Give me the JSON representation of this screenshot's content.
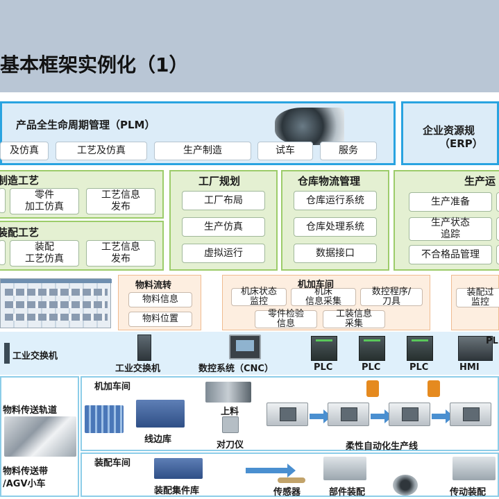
{
  "title": "基本框架实例化（1）",
  "plm": {
    "title": "产品全生命周期管理（PLM）",
    "buttons": [
      "及仿真",
      "工艺及仿真",
      "生产制造",
      "试车",
      "服务"
    ]
  },
  "erp": {
    "line1": "企业资源规",
    "line2": "（ERP）"
  },
  "manufacturing_process": {
    "title": "制造工艺",
    "buttons": [
      [
        "零件",
        "加工仿真"
      ],
      [
        "工艺信息",
        "发布"
      ]
    ]
  },
  "assembly_process": {
    "title": "装配工艺",
    "buttons": [
      [
        "装配",
        "工艺仿真"
      ],
      [
        "工艺信息",
        "发布"
      ]
    ]
  },
  "factory_planning": {
    "title": "工厂规划",
    "buttons": [
      "工厂布局",
      "生产仿真",
      "虚拟运行"
    ]
  },
  "warehouse": {
    "title": "仓库物流管理",
    "buttons": [
      "仓库运行系统",
      "仓库处理系统",
      "数据接口"
    ]
  },
  "production": {
    "title": "生产运",
    "buttons": [
      "生产准备",
      [
        "生产状态",
        "追踪"
      ],
      "不合格品管理"
    ]
  },
  "material_flow": {
    "title": "物料流转",
    "buttons": [
      "物料信息",
      "物料位置"
    ]
  },
  "machining_shop": {
    "title": "机加车间",
    "buttons": [
      [
        "机床状态",
        "监控"
      ],
      [
        "机床",
        "信息采集"
      ],
      [
        "数控程序/",
        "刀具"
      ],
      [
        "零件检验",
        "信息"
      ],
      [
        "工装信息",
        "采集"
      ]
    ]
  },
  "assembly_monitor": {
    "buttons": [
      [
        "装配过",
        "监控"
      ]
    ]
  },
  "network": {
    "devices": [
      "工业交换机",
      "工业交换机",
      "数控系统（CNC）",
      "PLC",
      "PLC",
      "PLC",
      "HMI",
      "PL"
    ]
  },
  "shop_floor": {
    "machining_title": "机加车间",
    "assembly_title": "装配车间",
    "captions": [
      "物料传送轨道",
      "上料",
      "线边库",
      "对刀仪",
      "柔性自动化生产线",
      "物料传送带",
      "/AGV小车",
      "装配集件库",
      "传感器",
      "部件装配",
      "传动装配"
    ]
  },
  "colors": {
    "title_band": "#b9c6d5",
    "plm_border": "#29a3e0",
    "green_panel": "#e4f0d2",
    "orange_panel": "#fdeee0",
    "arrow_blue": "#4a8fd0"
  }
}
